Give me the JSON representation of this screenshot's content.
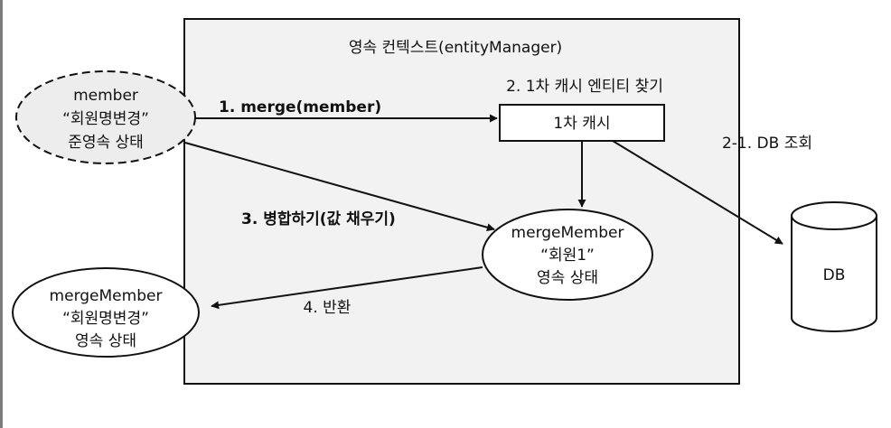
{
  "context": {
    "title": "영속 컨텍스트(entityManager)"
  },
  "detached_member": {
    "line1": "member",
    "line2": "“회원명변경”",
    "line3": "준영속 상태"
  },
  "cache": {
    "label": "1차 캐시",
    "find_label": "2. 1차 캐시 엔티티 찾기"
  },
  "db": {
    "label": "DB",
    "query_label": "2-1.  DB 조회"
  },
  "merge_member": {
    "line1": "mergeMember",
    "line2": "“회원1”",
    "line3": "영속 상태"
  },
  "returned_member": {
    "line1": "mergeMember",
    "line2": "“회원명변경”",
    "line3": "영속 상태"
  },
  "steps": {
    "merge_call": "1. merge(member)",
    "fill_values": "3. 병합하기(값 채우기)",
    "return_value": "4. 반환"
  },
  "colors": {
    "context_fill": "#f2f2f2",
    "stroke": "#111111"
  }
}
